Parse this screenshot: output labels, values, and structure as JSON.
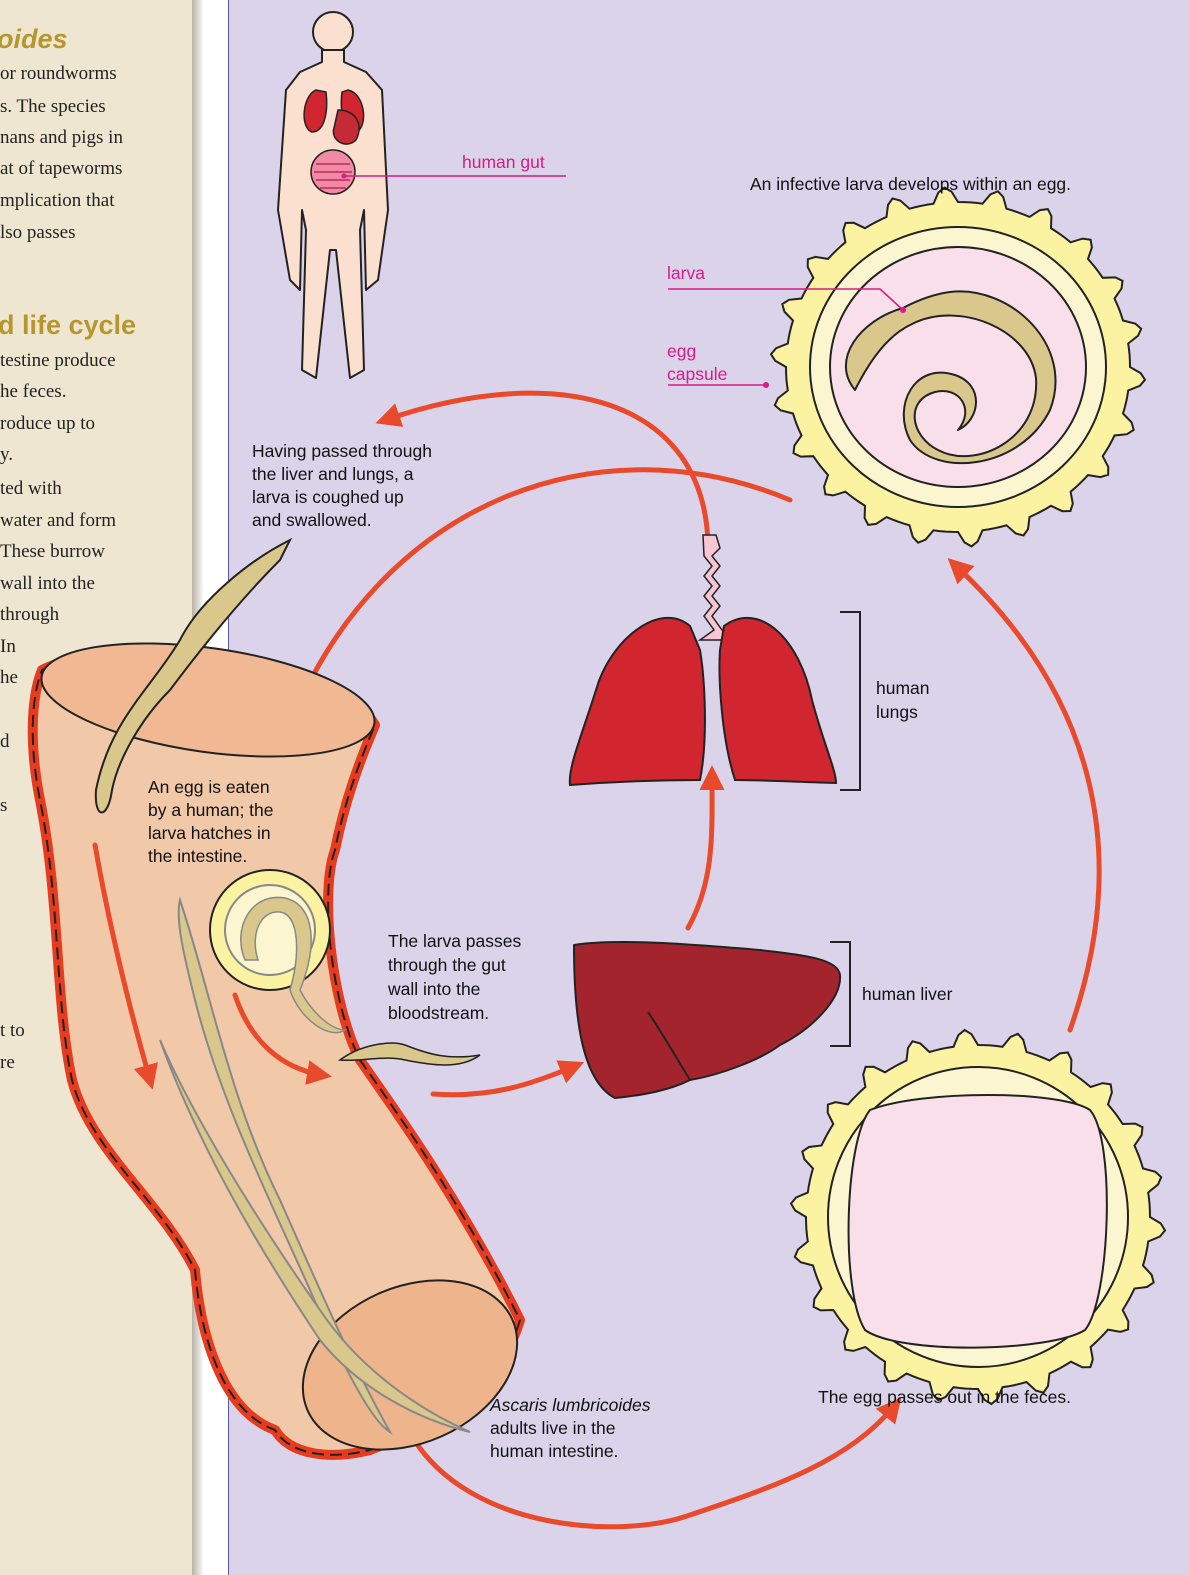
{
  "sidebar": {
    "title": "oides",
    "intro_lines": [
      "or roundworms",
      "s. The species",
      "nans and pigs in",
      "at of tapeworms",
      "mplication that",
      "lso passes"
    ],
    "section_heading": "d life cycle",
    "body_lines": [
      "testine produce",
      "he feces.",
      "roduce up to",
      "y.",
      "ted with",
      "water and form",
      "These burrow",
      "wall into the",
      "through",
      "In",
      "he",
      "d",
      "s",
      "t to",
      "re"
    ]
  },
  "labels": {
    "human_gut": "human gut",
    "egg_develops": "An infective larva develops within an egg.",
    "larva": "larva",
    "egg_capsule": [
      "egg",
      "capsule"
    ],
    "coughed": [
      "Having passed through",
      "the liver and lungs, a",
      "larva is coughed up",
      "and swallowed."
    ],
    "human_lungs": [
      "human",
      "lungs"
    ],
    "egg_eaten": [
      "An egg is eaten",
      "by a human; the",
      "larva hatches in",
      "the intestine."
    ],
    "passes_gut": [
      "The larva passes",
      "through the gut",
      "wall into the",
      "bloodstream."
    ],
    "human_liver": "human liver",
    "egg_out": "The egg passes out in the feces.",
    "adults": [
      "Ascaris lumbricoides",
      "adults live in the",
      "human intestine."
    ]
  },
  "icons": [
    "human-body-icon",
    "egg-icon",
    "lungs-icon",
    "liver-icon",
    "intestine-icon"
  ],
  "colors": {
    "panel_bg": "#dad3ea",
    "sidebar_bg": "#efe6d1",
    "heading": "#b6962e",
    "arrow": "#ea4a2c",
    "label_pink": "#d81b86",
    "lungs": "#d12530",
    "liver": "#a4242e",
    "egg_shell": "#fbf2a2",
    "egg_inner": "#f9dfe9",
    "worm": "#d9c78b",
    "intestine": "#f1c8a8",
    "intestine_edge": "#e63b1f"
  }
}
